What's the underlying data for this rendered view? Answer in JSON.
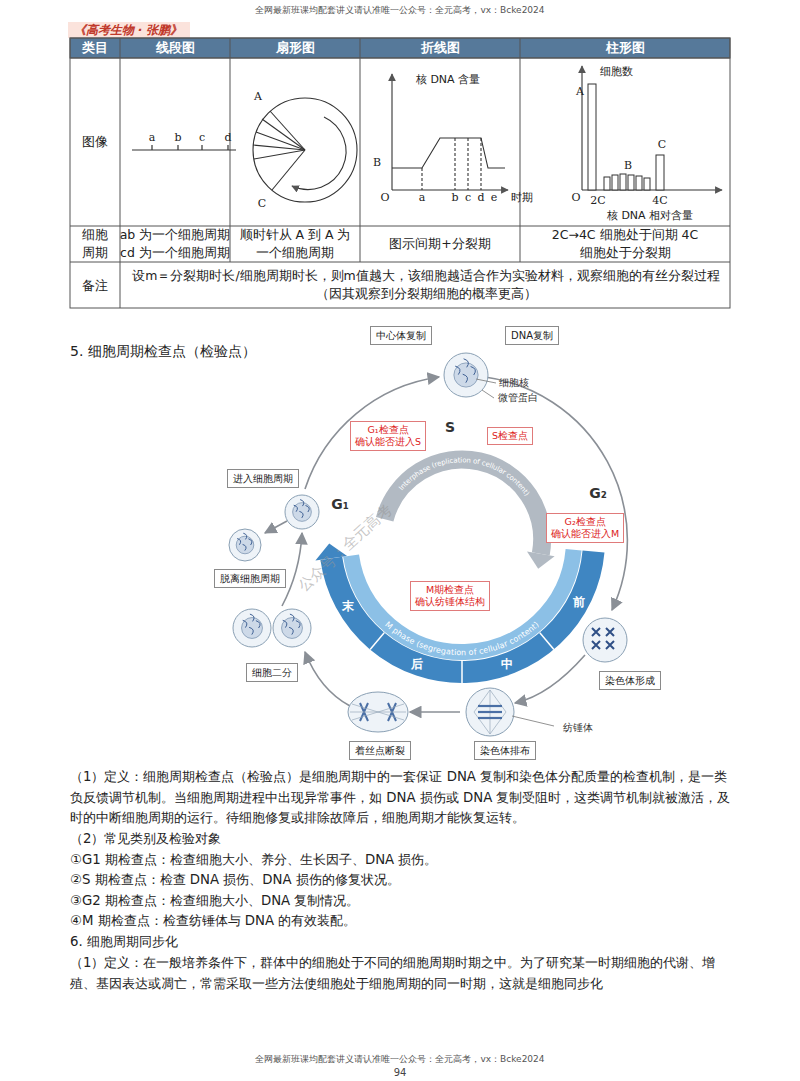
{
  "diagram": {
    "nodes": [
      {
        "text": [
          "中心体复制"
        ]
      },
      {
        "text": [
          "DNA复制"
        ]
      },
      {
        "text": [
          "G₁检查点",
          "确认能否进入S"
        ]
      },
      {
        "text": [
          "S检查点"
        ]
      },
      {
        "text": [
          "G₂检查点",
          "确认能否进入M"
        ]
      },
      {
        "text": [
          "M期检查点",
          "确认纺锤体结构"
        ]
      },
      {
        "text": [
          "进入细胞周期"
        ]
      },
      {
        "text": [
          "脱离细胞周期"
        ]
      },
      {
        "text": [
          "细胞二分"
        ]
      },
      {
        "text": [
          "着丝点断裂"
        ]
      },
      {
        "text": [
          "染色体排布"
        ]
      },
      {
        "text": [
          "染色体形成"
        ]
      }
    ],
    "labels": [
      "全网最新班课均配套讲义请认准唯一公众号：全元高考，vx：Bcke2024",
      "《高考生物 · 张鹏》",
      "类目",
      "线段图",
      "扇形图",
      "折线图",
      "柱形图",
      "图像",
      "a",
      "b",
      "c",
      "d",
      "A",
      "B",
      "C",
      "核 DNA 含量",
      "O",
      "a",
      "b",
      "c",
      "d",
      "e",
      "时期",
      "细胞数",
      "A",
      "B",
      "C",
      "O",
      "2C",
      "4C",
      "核 DNA 相对含量",
      "细胞周期",
      "ab 为一个细胞周期 cd 为一个细胞周期",
      "顺时针从 A 到 A 为一个细胞周期",
      "图示间期+分裂期",
      "2C→4C 细胞处于间期 4C 细胞处于分裂期",
      "备注",
      "设m＝分裂期时长/细胞周期时长，则m值越大，该细胞越适合作为实验材料，观察细胞的有丝分裂过程（因其观察到分裂期细胞的概率更高）",
      "5. 细胞周期检查点（检验点）",
      "细胞核",
      "微管蛋白",
      "S",
      "G₁",
      "G₂",
      "Interphase (replication of cellular content)",
      "M phase (segregation of cellular content)",
      "末",
      "后",
      "中",
      "前",
      "纺锤体",
      "公众号：全元高考",
      "（1）定义：细胞周期检查点（检验点）是细胞周期中的一套保证 DNA 复制和染色体分配质量的检查机制，是一类负反馈调节机制。当细胞周期进程中出现异常事件，如 DNA 损伤或 DNA 复制受阻时，这类调节机制就被激活，及时的中断细胞周期的运行。待细胞修复或排除故障后，细胞周期才能恢复运转。",
      "（2）常见类别及检验对象",
      "①G1 期检查点：检查细胞大小、养分、生长因子、DNA 损伤。",
      "②S 期检查点：检查 DNA 损伤、DNA 损伤的修复状况。",
      "③G2 期检查点：检查细胞大小、DNA 复制情况。",
      "④M 期检查点：检查纺锤体与 DNA 的有效装配。",
      "6. 细胞周期同步化",
      "（1）定义：在一般培养条件下，群体中的细胞处于不同的细胞周期时期之中。为了研究某一时期细胞的代谢、增殖、基因表达或凋亡，常需采取一些方法使细胞处于细胞周期的同一时期，这就是细胞同步化",
      "全网最新班课均配套讲义请认准唯一公众号：全元高考，vx：Bcke2024",
      "94"
    ]
  }
}
